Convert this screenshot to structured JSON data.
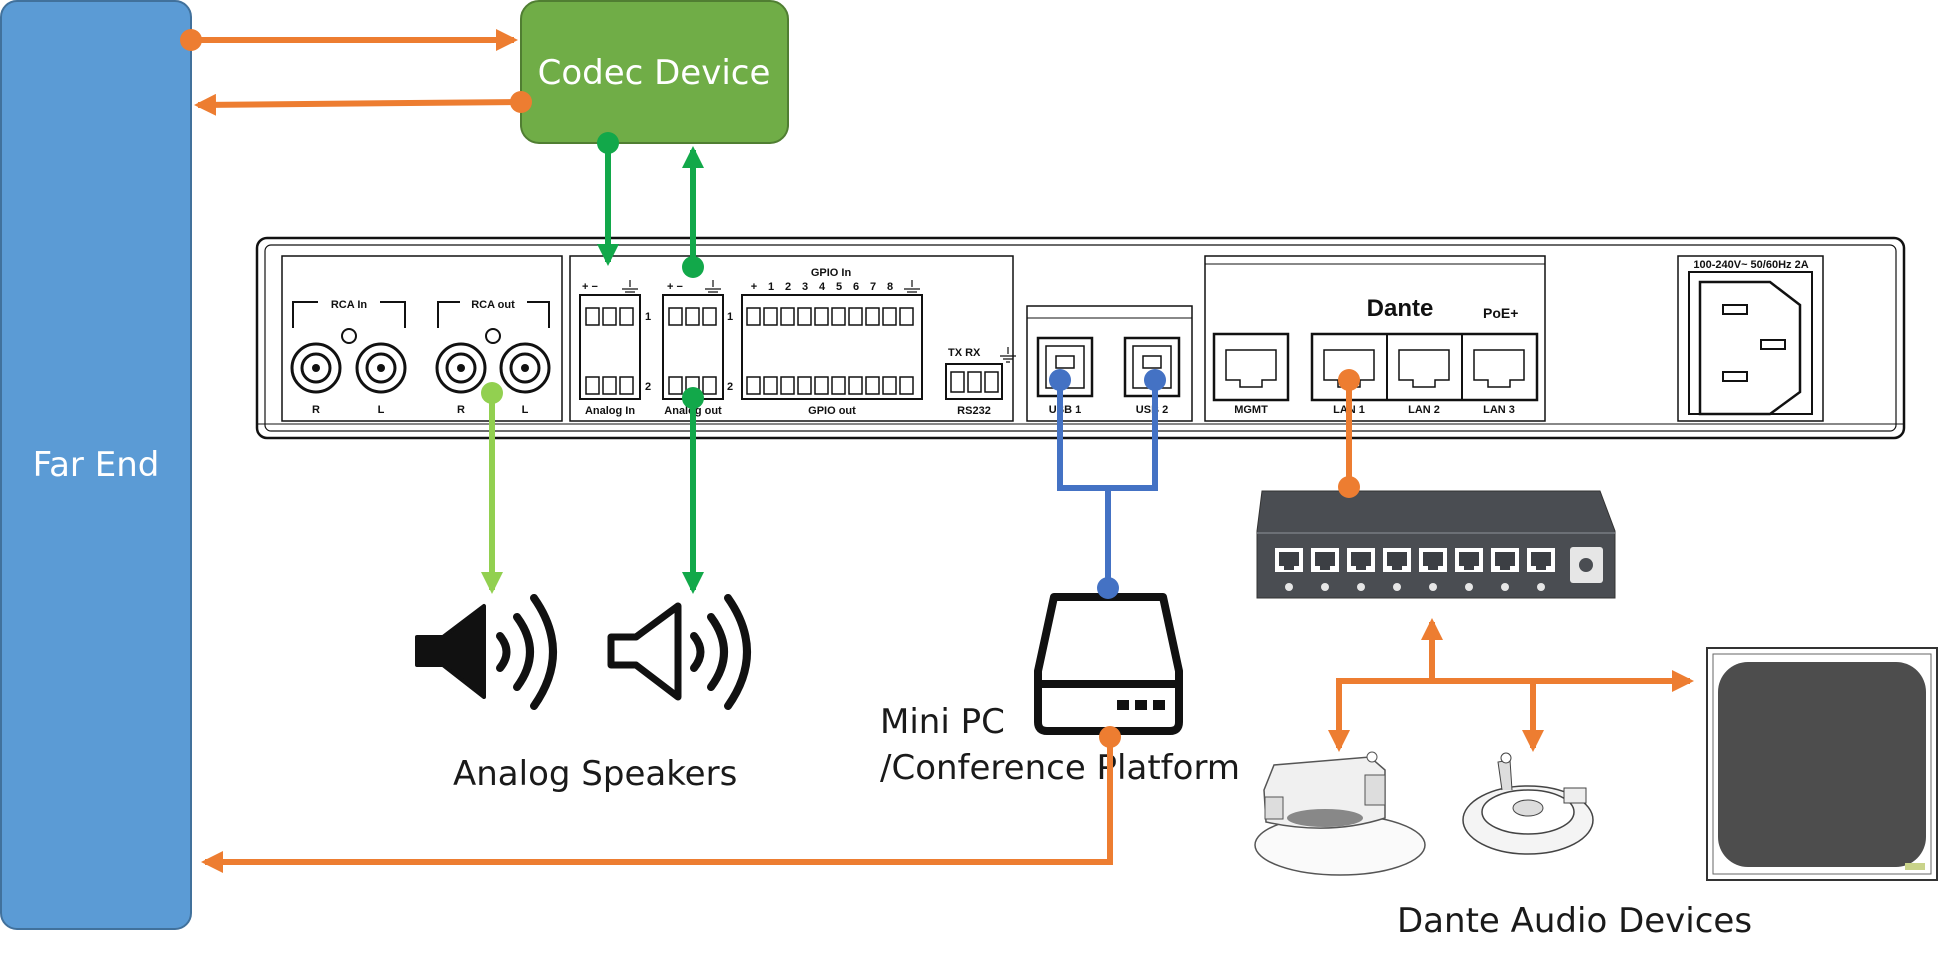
{
  "nodes": {
    "far_end": "Far End",
    "codec_device": "Codec Device",
    "analog_speakers": "Analog Speakers",
    "mini_pc_line1": "Mini PC",
    "mini_pc_line2": "/Conference Platform",
    "dante_devices": "Dante Audio Devices"
  },
  "panel": {
    "rca_in": "RCA In",
    "rca_out": "RCA out",
    "r": "R",
    "l": "L",
    "analog_in": "Analog In",
    "analog_out": "Analog out",
    "gpio_in": "GPIO In",
    "gpio_out": "GPIO out",
    "gpio_numbers": [
      "+",
      "1",
      "2",
      "3",
      "4",
      "5",
      "6",
      "7",
      "8"
    ],
    "plus_minus_a": "+ −",
    "plus_minus_b": "+ −",
    "ch1a": "1",
    "ch2a": "2",
    "ch1b": "1",
    "ch2b": "2",
    "tx_rx": "TX RX",
    "rs232": "RS232",
    "usb1": "USB 1",
    "usb2": "USB 2",
    "mgmt": "MGMT",
    "lan1": "LAN 1",
    "lan2": "LAN 2",
    "lan3": "LAN 3",
    "dante_logo": "Dante",
    "poe": "PoE+",
    "power": "100-240V~ 50/60Hz 2A"
  },
  "colors": {
    "far_end_fill": "#5b9bd5",
    "codec_fill": "#70ad47",
    "orange_link": "#ed7d31",
    "green_link": "#12a84a",
    "light_green_link": "#92d050",
    "blue_link": "#4472c4"
  }
}
